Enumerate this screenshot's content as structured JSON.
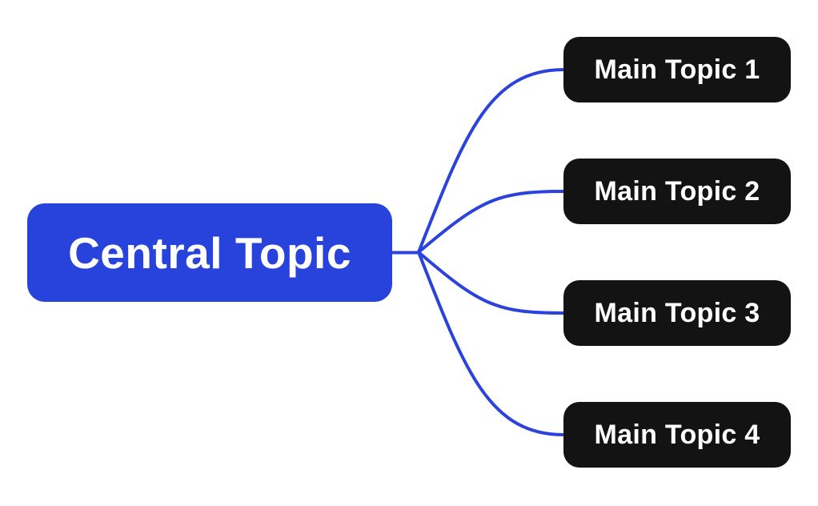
{
  "diagram": {
    "type": "mindmap",
    "central": {
      "label": "Central Topic"
    },
    "main_topics": [
      {
        "label": "Main Topic 1"
      },
      {
        "label": "Main Topic 2"
      },
      {
        "label": "Main Topic 3"
      },
      {
        "label": "Main Topic 4"
      }
    ],
    "colors": {
      "background": "#ffffff",
      "central-fill": "#2843db",
      "topic-fill": "#131313",
      "connector": "#2b43db",
      "text": "#ffffff"
    }
  }
}
